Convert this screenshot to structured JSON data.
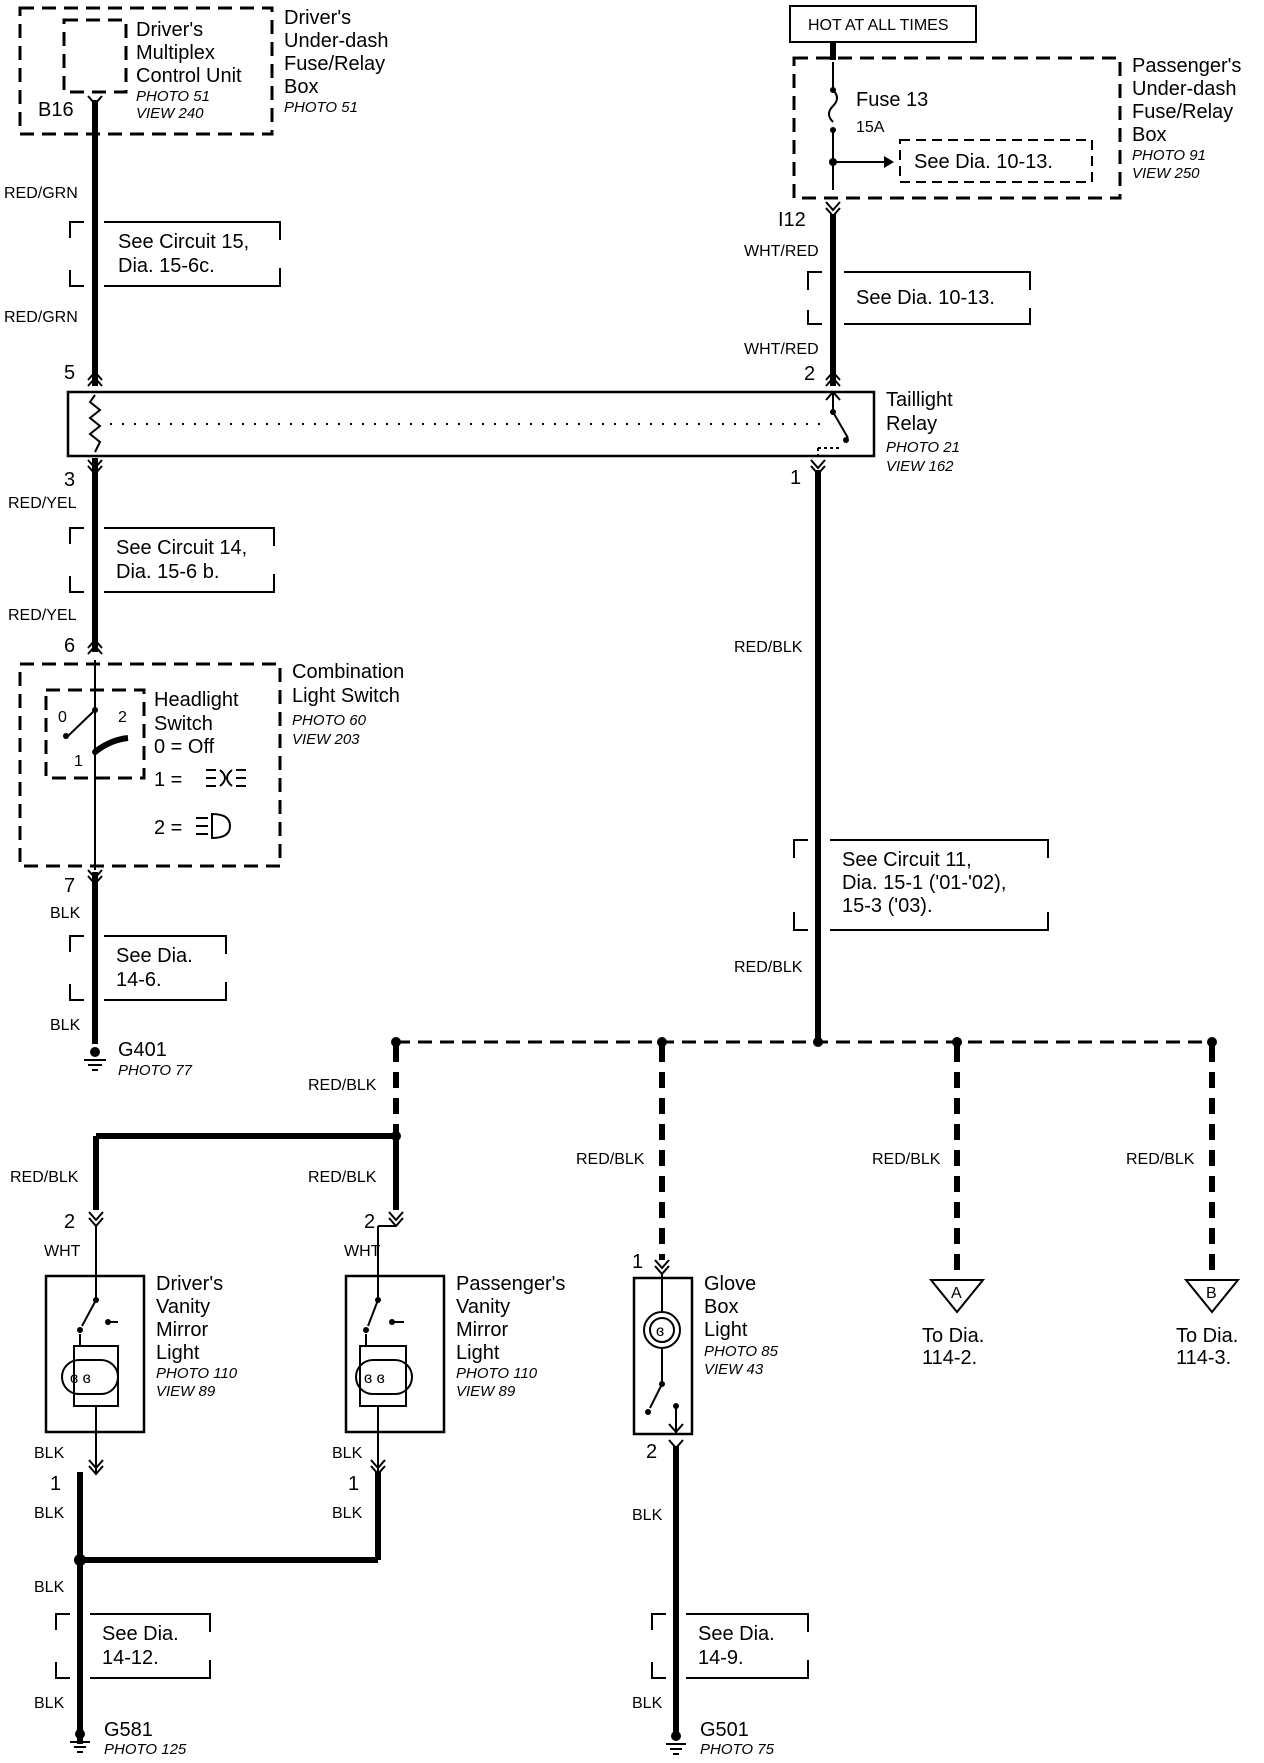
{
  "hot_at_all_times": "HOT AT ALL TIMES",
  "drivers_mux": {
    "unit_line1": "Driver's",
    "unit_line2": "Multiplex",
    "unit_line3": "Control Unit",
    "unit_photo": "PHOTO 51",
    "unit_view": "VIEW 240",
    "box_line1": "Driver's",
    "box_line2": "Under-dash",
    "box_line3": "Fuse/Relay",
    "box_line4": "Box",
    "box_photo": "PHOTO 51",
    "pin": "B16"
  },
  "passenger_fuse_box": {
    "fuse_name": "Fuse 13",
    "fuse_rating": "15A",
    "see_dia": "See Dia. 10-13.",
    "line1": "Passenger's",
    "line2": "Under-dash",
    "line3": "Fuse/Relay",
    "line4": "Box",
    "photo": "PHOTO 91",
    "view": "VIEW 250",
    "pin": "I12"
  },
  "wires": {
    "red_grn": "RED/GRN",
    "wht_red": "WHT/RED",
    "red_yel": "RED/YEL",
    "red_blk": "RED/BLK",
    "blk": "BLK",
    "wht": "WHT"
  },
  "refs": {
    "circuit15_l1": "See Circuit 15,",
    "circuit15_l2": "Dia. 15-6c.",
    "dia1013": "See Dia. 10-13.",
    "circuit14_l1": "See Circuit 14,",
    "circuit14_l2": "Dia. 15-6 b.",
    "dia146_l1": "See Dia.",
    "dia146_l2": "14-6.",
    "circuit11_l1": "See Circuit 11,",
    "circuit11_l2": "Dia. 15-1 ('01-'02),",
    "circuit11_l3": "15-3 ('03).",
    "dia1412_l1": "See Dia.",
    "dia1412_l2": "14-12.",
    "dia149_l1": "See Dia.",
    "dia149_l2": "14-9."
  },
  "taillight_relay": {
    "line1": "Taillight",
    "line2": "Relay",
    "photo": "PHOTO 21",
    "view": "VIEW 162",
    "pin5": "5",
    "pin2": "2",
    "pin3": "3",
    "pin1": "1"
  },
  "combination_switch": {
    "line1": "Combination",
    "line2": "Light Switch",
    "photo": "PHOTO 60",
    "view": "VIEW 203",
    "headlight_line1": "Headlight",
    "headlight_line2": "Switch",
    "pos0": "0 = Off",
    "pos1": "1 =",
    "pos2": "2 =",
    "sw0": "0",
    "sw1": "1",
    "sw2": "2",
    "pin6": "6",
    "pin7": "7"
  },
  "grounds": {
    "g401": "G401",
    "g401_photo": "PHOTO 77",
    "g581": "G581",
    "g581_photo": "PHOTO 125",
    "g501": "G501",
    "g501_photo": "PHOTO 75"
  },
  "drivers_vanity": {
    "line1": "Driver's",
    "line2": "Vanity",
    "line3": "Mirror",
    "line4": "Light",
    "photo": "PHOTO 110",
    "view": "VIEW 89",
    "pin2": "2",
    "pin1": "1"
  },
  "passengers_vanity": {
    "line1": "Passenger's",
    "line2": "Vanity",
    "line3": "Mirror",
    "line4": "Light",
    "photo": "PHOTO 110",
    "view": "VIEW 89",
    "pin2": "2",
    "pin1": "1"
  },
  "glove_box": {
    "line1": "Glove",
    "line2": "Box",
    "line3": "Light",
    "photo": "PHOTO 85",
    "view": "VIEW 43",
    "pin1": "1",
    "pin2": "2"
  },
  "connectors": {
    "a_letter": "A",
    "a_to": "To Dia.",
    "a_dia": "114-2.",
    "b_letter": "B",
    "b_to": "To Dia.",
    "b_dia": "114-3."
  }
}
